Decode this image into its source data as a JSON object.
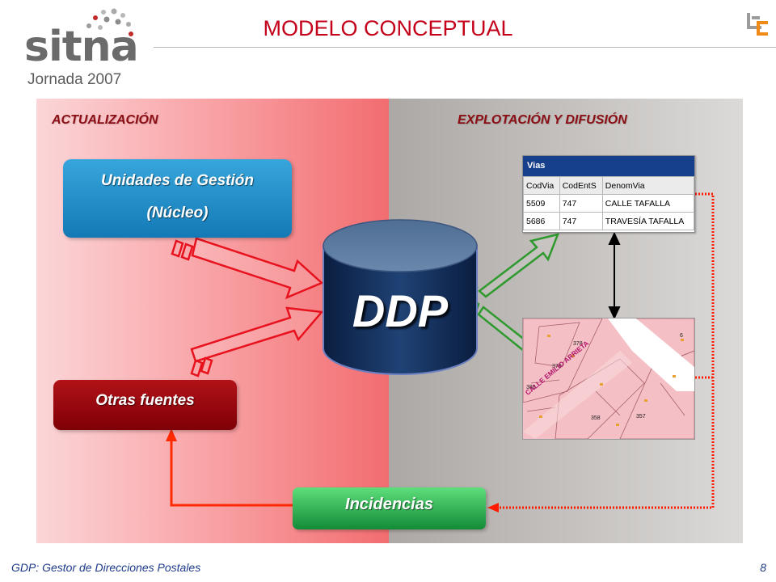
{
  "header": {
    "logo_word": "sitna",
    "logo_subtitle": "Jornada 2007",
    "title": "MODELO CONCEPTUAL"
  },
  "sections": {
    "left_label": "ACTUALIZACIÓN",
    "right_label": "EXPLOTACIÓN Y DIFUSIÓN"
  },
  "nodes": {
    "unidades_line1": "Unidades de Gestión",
    "unidades_line2": "(Núcleo)",
    "otras": "Otras fuentes",
    "ddp": "DDP",
    "incidencias": "Incidencias"
  },
  "table": {
    "title": "Vias",
    "columns": [
      "CodVia",
      "CodEntS",
      "DenomVia"
    ],
    "rows": [
      [
        "5509",
        "747",
        "CALLE TAFALLA"
      ],
      [
        "5686",
        "747",
        "TRAVESÍA TAFALLA"
      ]
    ]
  },
  "map": {
    "street_label": "CALLE EMILIO ARRIETA",
    "parcel_numbers": [
      "378",
      "379",
      "380",
      "358",
      "357",
      "6"
    ]
  },
  "footer": {
    "text": "GDP: Gestor de Direcciones Postales",
    "page_number": "8"
  },
  "colors": {
    "title_red": "#c4001b",
    "section_label": "#8b0e14",
    "unidades_blue": "#1379b6",
    "otras_red": "#7e0006",
    "incidencias_green": "#138b37",
    "ddp_navy": "#0c2147",
    "feedback_red": "#ff1a00",
    "output_green": "#2e9a2e"
  },
  "icons": {
    "corner_logo": "gestor-logo-icon",
    "logo_dots": "dot-arc-icon"
  }
}
